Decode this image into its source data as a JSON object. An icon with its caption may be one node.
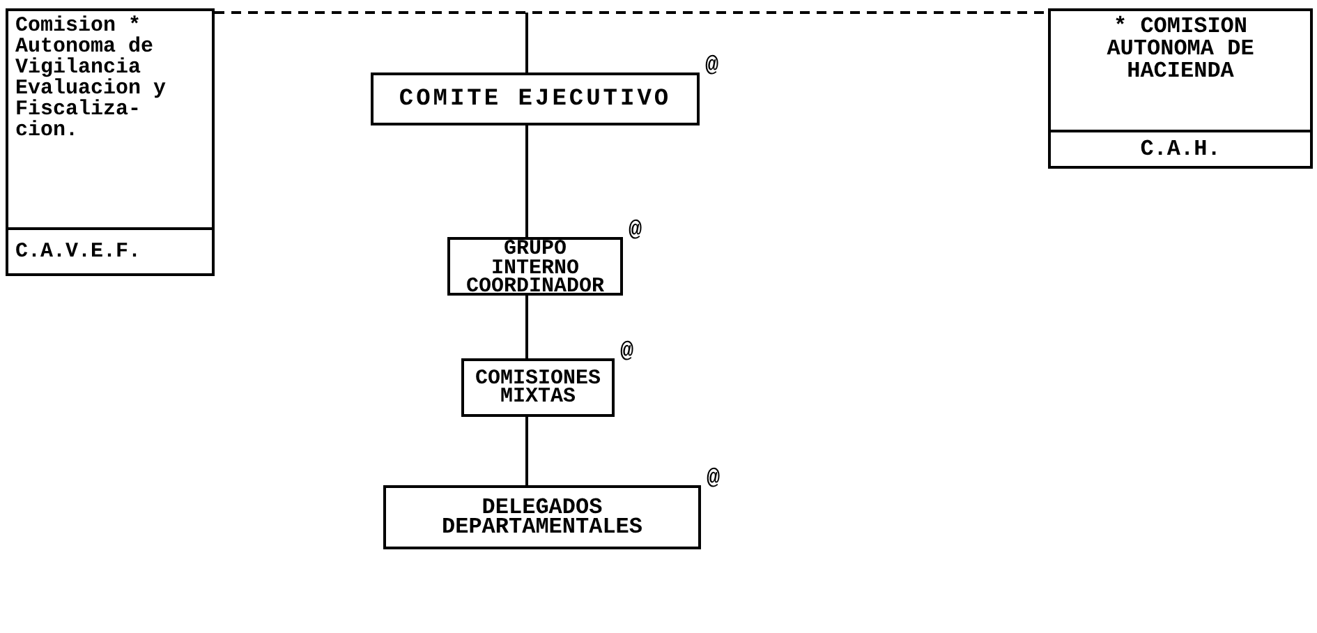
{
  "diagram": {
    "nodes": [
      {
        "text": [
          "Comision * Autonoma de Vigilancia Evaluacion y Fiscaliza- cion.",
          "C.A.V.E.F."
        ]
      },
      {
        "text": [
          "COMITE EJECUTIVO"
        ],
        "beside": [
          "@"
        ]
      },
      {
        "text": [
          "* COMISION AUTONOMA DE HACIENDA",
          "C.A.H."
        ]
      },
      {
        "text": [
          "GRUPO INTERNO COORDINADOR"
        ],
        "beside": [
          "@"
        ]
      },
      {
        "text": [
          "COMISIONES MIXTAS"
        ],
        "beside": [
          "@"
        ]
      },
      {
        "text": [
          "DELEGADOS DEPARTAMENTALES"
        ],
        "beside": [
          "@"
        ]
      }
    ],
    "edges": [
      {
        "from": 0,
        "to": 2,
        "arrow": "none",
        "style": "dashed"
      },
      {
        "from": null,
        "to": 1,
        "arrow": "none"
      },
      {
        "from": 1,
        "to": 3,
        "arrow": "none"
      },
      {
        "from": 3,
        "to": 4,
        "arrow": "none"
      },
      {
        "from": 4,
        "to": 5,
        "arrow": "none"
      }
    ]
  }
}
